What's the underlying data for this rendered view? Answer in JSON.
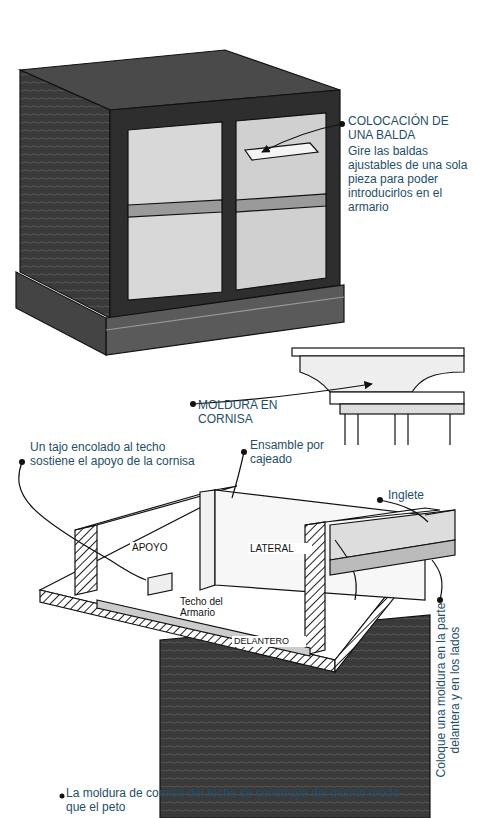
{
  "diagram": {
    "labels": [
      "COLOCACIÓN DE UNA BALDA",
      "Gire las baldas ajustables de una sola pieza para poder introducirlos en el armario",
      "MOLDURA EN CORNISA",
      "Un tajo encolado al techo sostiene el apoyo de la cornisa",
      "Ensamble por cajeado",
      "Inglete",
      "APOYO",
      "LATERAL",
      "Techo del Armario",
      "DELANTERO",
      "Coloque una moldura en la parte delantera y en los lados",
      "La moldura de cornisa del techo se construye del mismo modo que el peto"
    ]
  }
}
